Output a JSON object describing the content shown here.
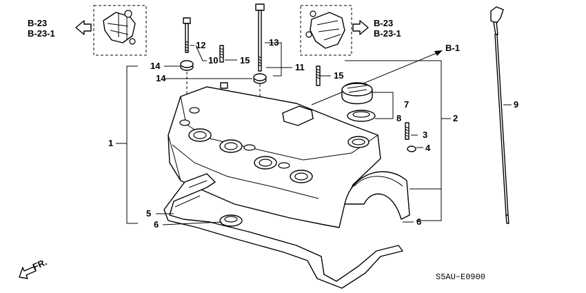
{
  "diagram": {
    "callouts": {
      "c1": "1",
      "c2": "2",
      "c3": "3",
      "c4": "4",
      "c5": "5",
      "c6a": "6",
      "c6b": "6",
      "c7": "7",
      "c8": "8",
      "c9": "9",
      "c10": "10",
      "c11": "11",
      "c12": "12",
      "c13": "13",
      "c14a": "14",
      "c14b": "14",
      "c15a": "15",
      "c15b": "15"
    },
    "refs": {
      "left_top": "B-23",
      "left_bottom": "B-23-1",
      "right_top": "B-23",
      "right_bottom": "B-23-1",
      "b1": "B-1"
    },
    "direction_label": "FR.",
    "drawing_code": "S5AU−E0900"
  }
}
